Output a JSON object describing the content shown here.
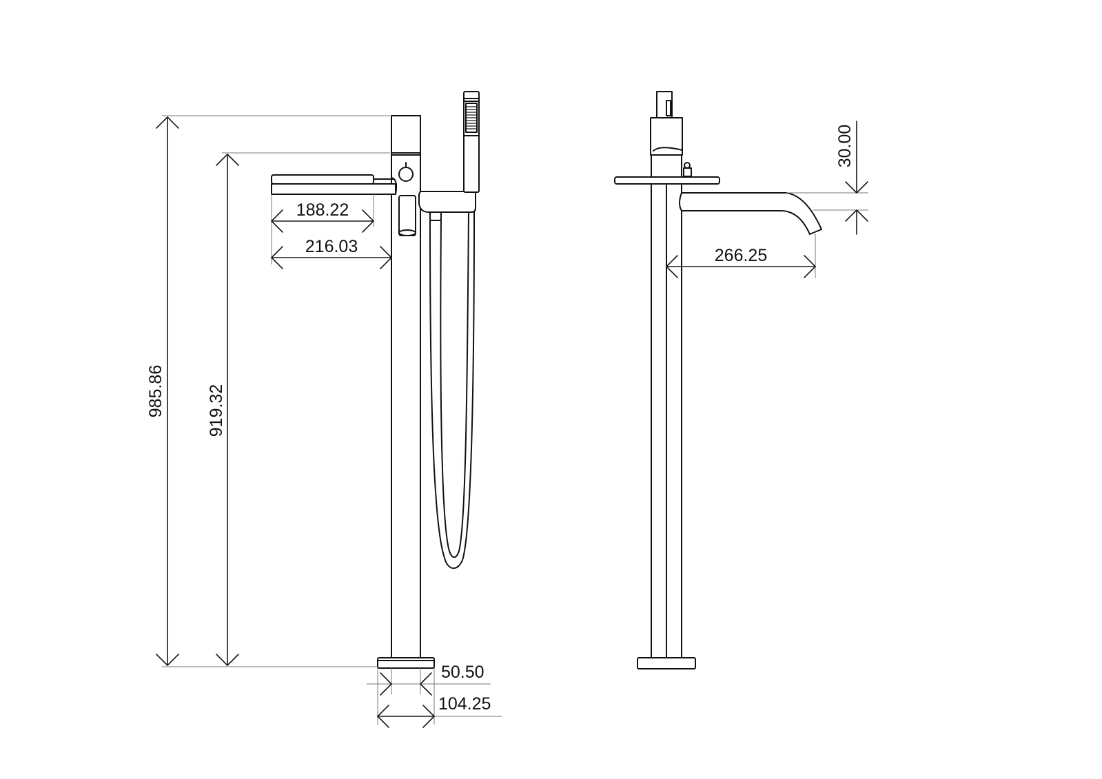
{
  "drawing": {
    "line_color": "#111111",
    "background": "#ffffff"
  },
  "dimensions": {
    "overall_height": "985.86",
    "spout_height": "919.32",
    "tray_inner_width": "188.22",
    "tray_outer_width": "216.03",
    "column_diameter": "50.50",
    "base_diameter": "104.25",
    "spout_projection": "266.25",
    "spout_drop": "30.00"
  }
}
